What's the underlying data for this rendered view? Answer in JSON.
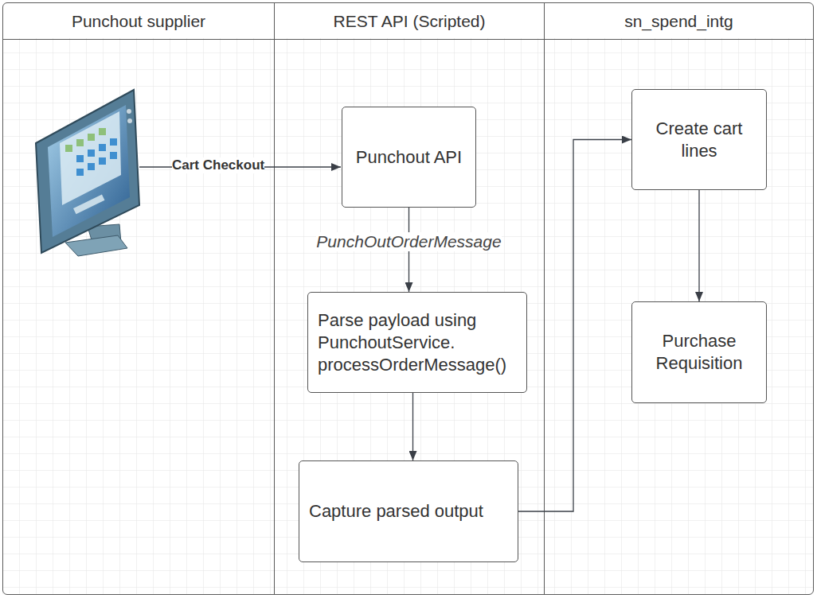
{
  "diagram": {
    "nodes": [
      {
        "text": [
          "Punchout supplier"
        ]
      },
      {
        "text": [
          "REST API (Scripted)"
        ]
      },
      {
        "text": [
          "sn_spend_intg"
        ]
      },
      {
        "text": [
          "Punchout API"
        ],
        "in": 1
      },
      {
        "text": [
          "Parse payload using PunchoutService. processOrderMessage()"
        ],
        "in": 1
      },
      {
        "text": [
          "Capture parsed output"
        ],
        "in": 1
      },
      {
        "text": [
          "Create cart lines"
        ],
        "in": 2
      },
      {
        "text": [
          "Purchase Requisition"
        ],
        "in": 2
      }
    ],
    "edges": [
      {
        "from": 3,
        "to": 4,
        "arrow": "to",
        "label": "PunchOutOrderMessage"
      },
      {
        "from": 4,
        "to": 5,
        "arrow": "to"
      },
      {
        "from": 5,
        "to": 6,
        "arrow": "to"
      },
      {
        "from": 6,
        "to": 7,
        "arrow": "to"
      }
    ],
    "labels": [
      "Cart Checkout"
    ]
  }
}
